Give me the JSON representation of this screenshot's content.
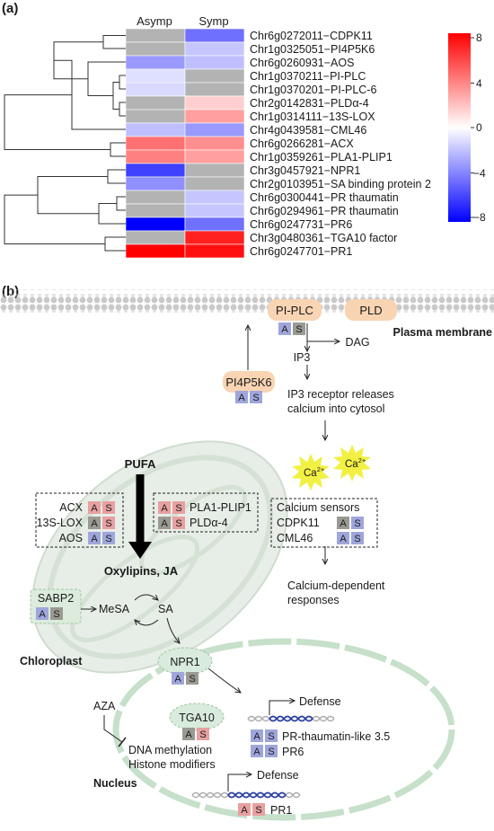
{
  "panel_a": {
    "label": "(a)",
    "columns": [
      "Asymp",
      "Symp"
    ],
    "rows": [
      {
        "gene": "Chr6g0272011−CDPK11",
        "asymp": null,
        "symp": -4.5
      },
      {
        "gene": "Chr1g0325051−PI4P5K6",
        "asymp": null,
        "symp": -1.8
      },
      {
        "gene": "Chr6g0260931−AOS",
        "asymp": -3.2,
        "symp": -2.0
      },
      {
        "gene": "Chr1g0370211−PI-PLC",
        "asymp": -1.0,
        "symp": null
      },
      {
        "gene": "Chr1g0370201−PI-PLC-6",
        "asymp": -1.2,
        "symp": null
      },
      {
        "gene": "Chr2g0142831−PLDα-4",
        "asymp": null,
        "symp": 1.5
      },
      {
        "gene": "Chr1g0314111−13S-LOX",
        "asymp": null,
        "symp": 3.0
      },
      {
        "gene": "Chr4g0439581−CML46",
        "asymp": -2.0,
        "symp": -3.2
      },
      {
        "gene": "Chr6g0266281−ACX",
        "asymp": 4.5,
        "symp": 3.5
      },
      {
        "gene": "Chr1g0359261−PLA1-PLIP1",
        "asymp": 4.0,
        "symp": 3.0
      },
      {
        "gene": "Chr3g0457921−NPR1",
        "asymp": -6.0,
        "symp": null
      },
      {
        "gene": "Chr2g0103951−SA binding protein 2",
        "asymp": -3.5,
        "symp": null
      },
      {
        "gene": "Chr6g0300441−PR thaumatin",
        "asymp": null,
        "symp": -1.8
      },
      {
        "gene": "Chr6g0294961−PR thaumatin",
        "asymp": null,
        "symp": -1.8
      },
      {
        "gene": "Chr6g0247731−PR6",
        "asymp": -8.0,
        "symp": -4.5
      },
      {
        "gene": "Chr3g0480361−TGA10 factor",
        "asymp": null,
        "symp": 7.0
      },
      {
        "gene": "Chr6g0247701−PR1",
        "asymp": 8.0,
        "symp": 7.5
      }
    ],
    "missing_color": "#b3b3b3",
    "colorbar": {
      "ticks": [
        "8",
        "4",
        "0",
        "−4",
        "−8"
      ],
      "min": -8,
      "max": 8,
      "low_color": "#0000ff",
      "mid_color": "#ffffff",
      "high_color": "#ff0000"
    }
  },
  "panel_b": {
    "label": "(b)",
    "plasma_membrane": "Plasma membrane",
    "pi_plc": "PI-PLC",
    "pld": "PLD",
    "pi4p5k6": "PI4P5K6",
    "ip3": "IP3",
    "dag": "DAG",
    "ip3_receptor_line1": "IP3 receptor releases",
    "ip3_receptor_line2": "calcium into cytosol",
    "ca": "Ca",
    "ca_sup": "2+",
    "calcium_sensors_title": "Calcium sensors",
    "cdpk11": "CDPK11",
    "cml46": "CML46",
    "calcium_responses_line1": "Calcium-dependent",
    "calcium_responses_line2": "responses",
    "pufa": "PUFA",
    "acx": "ACX",
    "lox": "13S-LOX",
    "aos": "AOS",
    "pla1": "PLA1-PLIP1",
    "plda4": "PLDα-4",
    "oxylipins": "Oxylipins, JA",
    "sabp2": "SABP2",
    "mesa": "MeSA",
    "sa": "SA",
    "chloroplast": "Chloroplast",
    "npr1": "NPR1",
    "aza": "AZA",
    "tga10": "TGA10",
    "defense": "Defense",
    "pr_thaumatin": "PR-thaumatin-like 3.5",
    "pr6": "PR6",
    "dna_methylation": "DNA methylation",
    "histone": "Histone modifiers",
    "nucleus": "Nucleus",
    "pr1": "PR1",
    "letter_a": "A",
    "letter_s": "S",
    "tile_colors": {
      "red": "#e8a0a0",
      "blue": "#9fa6db",
      "grey": "#9a9a92"
    },
    "membrane_color": "#c8c8c8",
    "organelle_green": "#dfe8df",
    "nucleus_green": "#d9ebdc",
    "protein_orange": "#f8d4b3",
    "calcium_yellow": "#f2f043"
  }
}
